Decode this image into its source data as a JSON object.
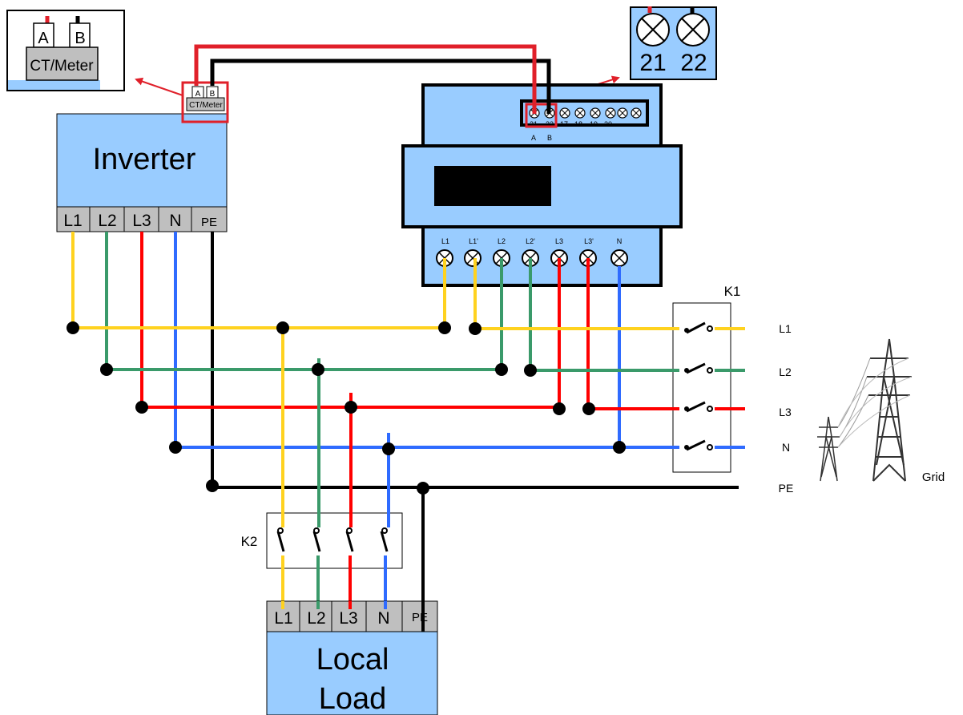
{
  "colors": {
    "L1": "#FFD21F",
    "L2": "#3A9A6A",
    "L3": "#FF0000",
    "N": "#2F6BFF",
    "PE": "#000000",
    "box_fill": "#99CCFF",
    "terminal_fill": "#BFBFBF",
    "highlight": "#E0202A"
  },
  "inset_ct": {
    "a": "A",
    "b": "B",
    "name": "CT/Meter"
  },
  "inset_meter": {
    "t21": "21",
    "t22": "22"
  },
  "inverter": {
    "title": "Inverter",
    "port": {
      "a": "A",
      "b": "B",
      "name": "CT/Meter"
    },
    "terminals": [
      "L1",
      "L2",
      "L3",
      "N",
      "PE"
    ]
  },
  "meter": {
    "rs485": [
      "21",
      "22",
      "17",
      "18",
      "19",
      "20"
    ],
    "rs485_ab": [
      "A",
      "B"
    ],
    "terminals": [
      "L1",
      "L1'",
      "L2",
      "L2'",
      "L3",
      "L3'",
      "N"
    ]
  },
  "k1": {
    "label": "K1"
  },
  "k2": {
    "label": "K2"
  },
  "grid": {
    "lines": [
      "L1",
      "L2",
      "L3",
      "N",
      "PE"
    ],
    "label": "Grid"
  },
  "load": {
    "title_line1": "Local",
    "title_line2": "Load",
    "terminals": [
      "L1",
      "L2",
      "L3",
      "N",
      "PE"
    ]
  }
}
